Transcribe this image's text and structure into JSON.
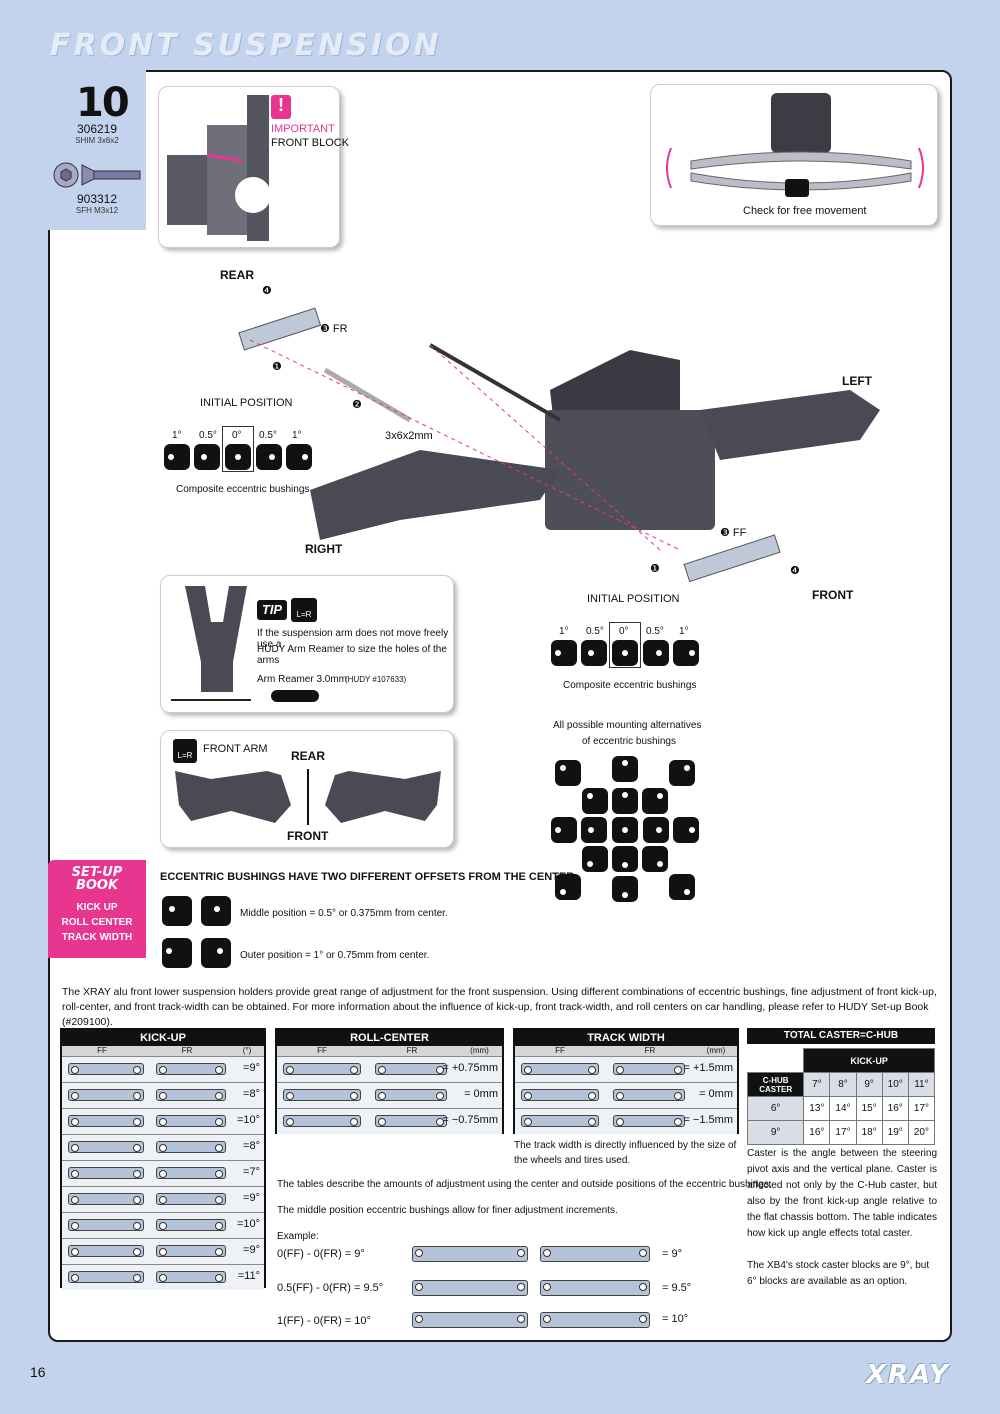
{
  "page": {
    "title": "FRONT SUSPENSION",
    "page_number": "16",
    "brand": "XRAY",
    "step": "10"
  },
  "parts": [
    {
      "number": "306219",
      "desc": "SHIM 3x6x2"
    },
    {
      "number": "903312",
      "desc": "SFH M3x12"
    }
  ],
  "important": {
    "badge": "!",
    "line1": "IMPORTANT",
    "line2": "FRONT BLOCK"
  },
  "check": {
    "label": "Check for free movement"
  },
  "labels": {
    "rear": "REAR",
    "left": "LEFT",
    "right": "RIGHT",
    "front": "FRONT",
    "n1": "❶",
    "n2": "❷",
    "n3": "❸ FR",
    "n3b": "❸ FF",
    "n4": "❹",
    "n1b": "❶",
    "n4b": "❹",
    "shim": "3x6x2mm"
  },
  "initial_position": {
    "title": "INITIAL POSITION",
    "degrees": [
      "1°",
      "0.5°",
      "0°",
      "0.5°",
      "1°"
    ],
    "caption": "Composite eccentric bushings"
  },
  "tip": {
    "badge": "TIP",
    "lr": "L=R",
    "text1": "If the suspension arm does not move freely use a",
    "text2": "HUDY Arm Reamer to size the holes of the arms",
    "reamer": "Arm Reamer 3.0mm",
    "reamer_ref": "(HUDY #107633)"
  },
  "front_arm": {
    "lr": "L=R",
    "label": "FRONT ARM",
    "rear": "REAR",
    "front": "FRONT"
  },
  "mounting": {
    "line1": "All possible mounting alternatives",
    "line2": "of eccentric bushings"
  },
  "setup_book": {
    "title1": "SET-UP",
    "title2": "BOOK",
    "items": [
      "KICK UP",
      "ROLL CENTER",
      "TRACK WIDTH"
    ]
  },
  "eccentric": {
    "heading": "ECCENTRIC BUSHINGS HAVE TWO DIFFERENT OFFSETS FROM THE CENTER.",
    "middle": "Middle position = 0.5° or 0.375mm from center.",
    "outer": "Outer position = 1° or 0.75mm from center."
  },
  "intro": "The XRAY alu front lower suspension holders provide great range of adjustment for the front suspension. Using different combinations of eccentric bushings, fine adjustment of front kick-up, roll-center, and front track-width can be obtained. For more information about the influence of  kick-up, front track-width, and roll centers on car handling, please refer to HUDY Set-up Book (#209100).",
  "kickup": {
    "title": "KICK-UP",
    "ff": "FF",
    "fr": "FR",
    "unit": "(°)",
    "values": [
      "=9°",
      "=8°",
      "=10°",
      "=8°",
      "=7°",
      "=9°",
      "=10°",
      "=9°",
      "=11°"
    ]
  },
  "rollcenter": {
    "title": "ROLL-CENTER",
    "ff": "FF",
    "fr": "FR",
    "unit": "(mm)",
    "values": [
      "= +0.75mm",
      "=   0mm",
      "= −0.75mm"
    ]
  },
  "trackwidth": {
    "title": "TRACK WIDTH",
    "ff": "FF",
    "fr": "FR",
    "unit": "(mm)",
    "values": [
      "= +1.5mm",
      "=   0mm",
      "= −1.5mm"
    ],
    "note": "The track width is directly influenced by the size of the wheels and tires used."
  },
  "caster": {
    "title": "TOTAL CASTER=C-HUB CASTER+KICK UP",
    "kickup_label": "KICK-UP",
    "chub_label": "C-HUB CASTER",
    "kickup_cols": [
      "7°",
      "8°",
      "9°",
      "10°",
      "11°"
    ],
    "rows": [
      {
        "chub": "6°",
        "values": [
          "13°",
          "14°",
          "15°",
          "16°",
          "17°"
        ]
      },
      {
        "chub": "9°",
        "values": [
          "16°",
          "17°",
          "18°",
          "19°",
          "20°"
        ]
      }
    ],
    "text1": "Caster is the angle between the steering pivot axis and the vertical plane. Caster is affected not only by the C-Hub caster, but also by the front kick-up angle relative to the flat chassis bottom. The table indicates how kick up angle effects total caster.",
    "text2": "The XB4's stock caster blocks are 9°, but 6° blocks are available as an option."
  },
  "notes": {
    "n1": "The tables describe the amounts of adjustment using the center and outside positions of the eccentric bushings.",
    "n2": "The middle position eccentric bushings allow for finer adjustment increments.",
    "example": "Example:",
    "examples": [
      {
        "eq": "0(FF) - 0(FR) = 9°",
        "res": "= 9°"
      },
      {
        "eq": "0.5(FF) - 0(FR) = 9.5°",
        "res": "= 9.5°"
      },
      {
        "eq": "1(FF) - 0(FR) = 10°",
        "res": "= 10°"
      }
    ]
  }
}
